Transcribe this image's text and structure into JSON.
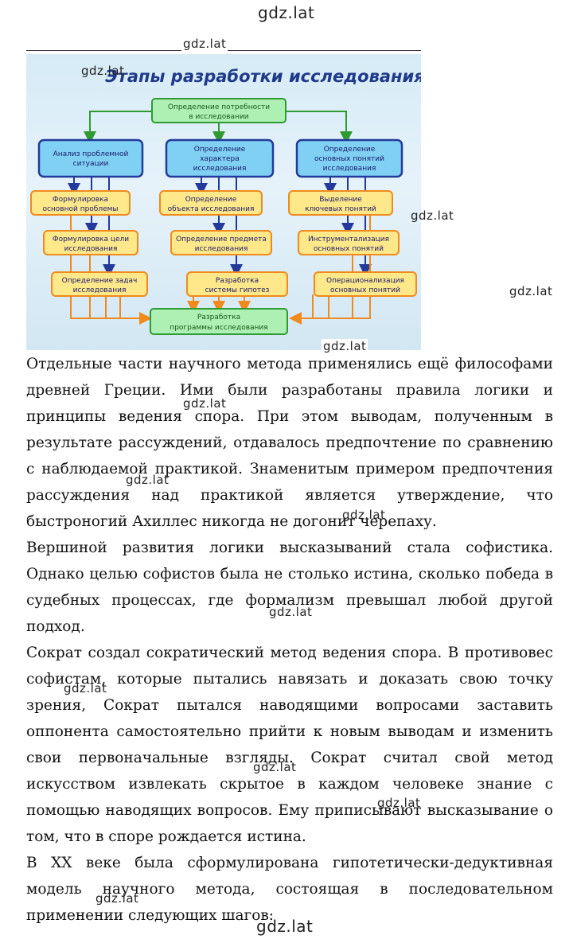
{
  "watermark": "gdz.lat",
  "diagram": {
    "title": "Этапы разработки исследования",
    "top": [
      "Определение потребности",
      "в исследовании"
    ],
    "columns": [
      {
        "head": [
          "Анализ проблемной",
          "ситуации"
        ],
        "steps": [
          [
            "Формулировка",
            "основной проблемы"
          ],
          [
            "Формулировка цели",
            "исследования"
          ],
          [
            "Определение задач",
            "исследования"
          ]
        ]
      },
      {
        "head": [
          "Определение",
          "характера",
          "исследования"
        ],
        "steps": [
          [
            "Определение",
            "объекта исследования"
          ],
          [
            "Определение предмета",
            "исследования"
          ],
          [
            "Разработка",
            "системы гипотез"
          ]
        ]
      },
      {
        "head": [
          "Определение",
          "основных понятий",
          "исследования"
        ],
        "steps": [
          [
            "Выделение",
            "ключевых понятий"
          ],
          [
            "Инструментализация",
            "основных понятий"
          ],
          [
            "Операционализация",
            "основных понятий"
          ]
        ]
      }
    ],
    "bottom": [
      "Разработка",
      "программы исследования"
    ]
  },
  "paragraphs": [
    "Отдельные части научного метода применялись ещё философами древней Греции. Ими были разработаны правила логики и принципы ведения спора. При этом выводам, полученным в результате рассуждений, отдавалось предпочтение по сравнению с наблюдаемой практикой. Знаменитым примером предпочтения рассуждения над практикой является утверждение, что быстроногий Ахиллес никогда не догонит черепаху.",
    "Вершиной развития логики высказываний стала софистика. Однако целью софистов была не столько истина, сколько победа в судебных процессах, где формализм превышал любой другой подход.",
    "Сократ создал сократический метод ведения спора. В противовес софистам, которые пытались навязать и доказать свою точку зрения, Сократ пытался наводящими вопросами заставить оппонента самостоятельно прийти к новым выводам и изменить свои первоначальные взгляды. Сократ считал свой метод искусством извлекать скрытое в каждом человеке знание с помощью наводящих вопросов. Ему приписывают высказывание о том, что в споре рождается истина.",
    "В XX веке была сформулирована гипотетически-дедуктивная модель научного метода, состоящая в последовательном применении следующих шагов:"
  ]
}
